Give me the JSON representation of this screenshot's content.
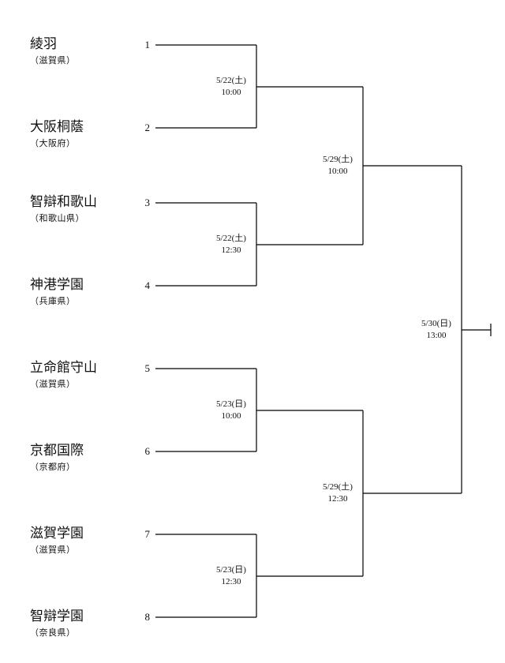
{
  "teams": [
    {
      "name": "綾羽",
      "prefecture": "（滋賀県）",
      "seed": "1"
    },
    {
      "name": "大阪桐蔭",
      "prefecture": "（大阪府）",
      "seed": "2"
    },
    {
      "name": "智辯和歌山",
      "prefecture": "（和歌山県）",
      "seed": "3"
    },
    {
      "name": "神港学園",
      "prefecture": "（兵庫県）",
      "seed": "4"
    },
    {
      "name": "立命館守山",
      "prefecture": "（滋賀県）",
      "seed": "5"
    },
    {
      "name": "京都国際",
      "prefecture": "（京都府）",
      "seed": "6"
    },
    {
      "name": "滋賀学園",
      "prefecture": "（滋賀県）",
      "seed": "7"
    },
    {
      "name": "智辯学園",
      "prefecture": "（奈良県）",
      "seed": "8"
    }
  ],
  "matches": {
    "r1m1": {
      "date": "5/22(土)",
      "time": "10:00"
    },
    "r1m2": {
      "date": "5/22(土)",
      "time": "12:30"
    },
    "r1m3": {
      "date": "5/23(日)",
      "time": "10:00"
    },
    "r1m4": {
      "date": "5/23(日)",
      "time": "12:30"
    },
    "sf1": {
      "date": "5/29(土)",
      "time": "10:00"
    },
    "sf2": {
      "date": "5/29(土)",
      "time": "12:30"
    },
    "final": {
      "date": "5/30(日)",
      "time": "13:00"
    }
  },
  "colors": {
    "line": "#000000",
    "text": "#111111",
    "background": "#ffffff"
  }
}
